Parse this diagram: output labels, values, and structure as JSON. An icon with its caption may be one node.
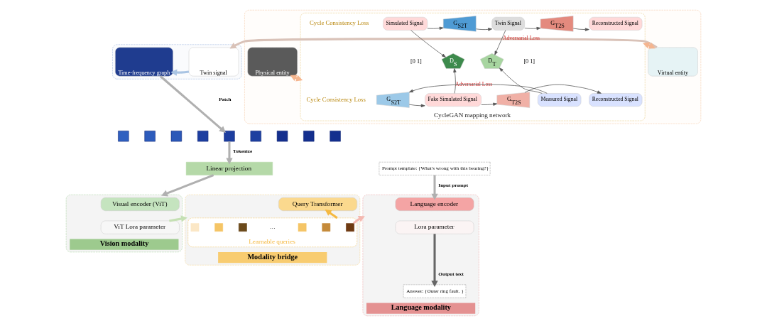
{
  "diagram": {
    "nodes": [
      {
        "text": [],
        "shape": "box"
      },
      {
        "text": [
          "Time-frequency graph"
        ],
        "in": 0
      },
      {
        "text": [
          "Twin signal"
        ],
        "in": 0
      },
      {
        "text": [],
        "shape": "box"
      },
      {
        "text": [
          "Virtual entity"
        ],
        "in": 3
      },
      {
        "text": [
          "CycleGAN mapping network"
        ],
        "in": 3
      },
      {
        "text": [
          "Simulated Signal"
        ],
        "in": 5
      },
      {
        "text": [
          "G$_{S2T}$"
        ],
        "in": 5
      },
      {
        "text": [
          "Twin Signal"
        ],
        "in": 5
      },
      {
        "text": [
          "G$_{T2S}$"
        ],
        "in": 5
      },
      {
        "text": [
          "Reconstructed Signal"
        ],
        "in": 5
      },
      {
        "text": [
          "D$_{T}$"
        ],
        "in": 5,
        "beside": [
          "[0 1]"
        ]
      },
      {
        "text": [
          "D$_{S}$"
        ],
        "in": 5,
        "beside": [
          "[0 1]"
        ]
      },
      {
        "text": [
          "Reconstructed Signal"
        ],
        "in": 5
      },
      {
        "text": [
          "G$_{T2S}$"
        ],
        "in": 5
      },
      {
        "text": [
          "Fake Simulated Signal"
        ],
        "in": 5
      },
      {
        "text": [
          "G$_{S2T}$"
        ],
        "in": 5
      },
      {
        "text": [
          "Measured Signal"
        ],
        "in": 5
      },
      {
        "text": [
          "Physical entity"
        ],
        "in": 3
      },
      {
        "text": [],
        "shape": "box"
      },
      {
        "text": [],
        "shape": "box"
      },
      {
        "text": [],
        "shape": "box"
      },
      {
        "text": [],
        "shape": "box"
      },
      {
        "text": [],
        "shape": "box"
      },
      {
        "text": [],
        "shape": "box"
      },
      {
        "text": [],
        "shape": "box"
      },
      {
        "text": [],
        "shape": "box"
      },
      {
        "text": [],
        "shape": "box"
      },
      {
        "text": [
          "Linear projection"
        ]
      },
      {
        "text": [
          "Vision modality"
        ]
      },
      {
        "text": [
          "Visual encoder (ViT)"
        ],
        "in": 29
      },
      {
        "text": [
          "ViT Lora parameter"
        ],
        "in": 29
      },
      {
        "text": [
          "Modality bridge"
        ]
      },
      {
        "text": [
          "Query Transformer"
        ],
        "in": 32
      },
      {
        "text": [
          "Learnable queries"
        ],
        "in": 32
      },
      {
        "text": [],
        "shape": "box",
        "in": 34
      },
      {
        "text": [],
        "shape": "box",
        "in": 34
      },
      {
        "text": [],
        "shape": "box",
        "in": 34
      },
      {
        "text": [
          "…"
        ],
        "in": 34
      },
      {
        "text": [],
        "shape": "box",
        "in": 34
      },
      {
        "text": [],
        "shape": "box",
        "in": 34
      },
      {
        "text": [],
        "shape": "box",
        "in": 34
      },
      {
        "text": [
          "Prompt template: {What's wrong with this bearing?}"
        ]
      },
      {
        "text": [
          "Language modality"
        ]
      },
      {
        "text": [
          "Language encoder"
        ],
        "in": 43
      },
      {
        "text": [
          "Lora parameter"
        ],
        "in": 43
      },
      {
        "text": [
          "Answer: {Outer ring fault. }"
        ],
        "in": 43
      }
    ],
    "edges": [
      {
        "from": 2,
        "to": 1,
        "arrow": "to",
        "style": "thick",
        "color": "#a9c4e3"
      },
      {
        "from": 4,
        "to": 2,
        "arrow": "to",
        "style": "thick",
        "color": "#d9c2b8"
      },
      {
        "from": 4,
        "to": 5,
        "arrow": "both",
        "style": "thick",
        "color": "#f5b58f"
      },
      {
        "from": 5,
        "to": 18,
        "arrow": "both",
        "style": "thick",
        "color": "#f5b58f"
      },
      {
        "from": 6,
        "to": 7,
        "arrow": "to",
        "color": "#555555"
      },
      {
        "from": 7,
        "to": 8,
        "arrow": "to",
        "color": "#555555"
      },
      {
        "from": 8,
        "to": 9,
        "arrow": "to",
        "color": "#555555"
      },
      {
        "from": 9,
        "to": 10,
        "arrow": "to",
        "color": "#555555"
      },
      {
        "from": 8,
        "to": 11,
        "arrow": "to",
        "label": "Adversarial Loss",
        "color": "#555555"
      },
      {
        "from": 6,
        "to": 12,
        "arrow": "to",
        "color": "#555555"
      },
      {
        "from": 17,
        "to": 11,
        "arrow": "to",
        "color": "#555555"
      },
      {
        "from": 15,
        "to": 12,
        "arrow": "to",
        "label": "Adversarial Loss",
        "color": "#555555"
      },
      {
        "from": 17,
        "to": 16,
        "arrow": "to",
        "color": "#555555"
      },
      {
        "from": 16,
        "to": 15,
        "arrow": "to",
        "color": "#555555"
      },
      {
        "from": 15,
        "to": 14,
        "arrow": "to",
        "color": "#555555"
      },
      {
        "from": 14,
        "to": 13,
        "arrow": "to",
        "color": "#555555"
      },
      {
        "from": 1,
        "to": 23,
        "arrow": "to",
        "label": "Patch",
        "style": "thick",
        "color": "#b0b0b0"
      },
      {
        "from": 23,
        "to": 28,
        "arrow": "to",
        "label": "Tokenize",
        "style": "thick",
        "color": "#b0b0b0"
      },
      {
        "from": 28,
        "to": 29,
        "arrow": "to",
        "style": "thick",
        "color": "#b0b0b0"
      },
      {
        "from": 29,
        "to": 32,
        "arrow": "to",
        "style": "thick",
        "color": "#c5e0b4"
      },
      {
        "from": 34,
        "to": 33,
        "arrow": "to",
        "style": "thick",
        "color": "#f5b942"
      },
      {
        "from": 32,
        "to": 43,
        "arrow": "to",
        "style": "thick",
        "color": "#f4b8b0"
      },
      {
        "from": 42,
        "to": 44,
        "arrow": "to",
        "label": "Input prompt",
        "style": "thick",
        "color": "#b0b0b0"
      },
      {
        "from": 45,
        "to": 46,
        "arrow": "to",
        "label": "Output text",
        "style": "thick",
        "color": "#666666"
      }
    ],
    "labels": [
      "Cycle Consistency Loss",
      "Cycle Consistency Loss"
    ]
  }
}
